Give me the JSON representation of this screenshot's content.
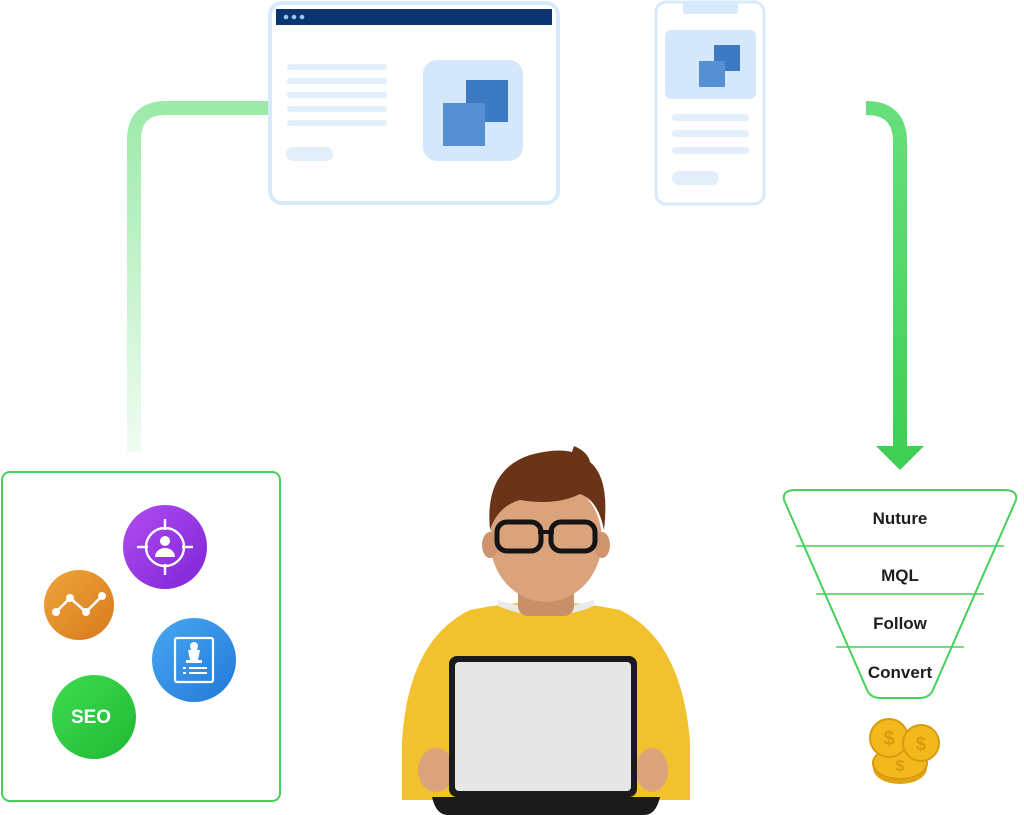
{
  "badges": {
    "seo_label": "SEO"
  },
  "funnel": {
    "stages": [
      "Nuture",
      "MQL",
      "Follow",
      "Convert"
    ]
  },
  "colors": {
    "flow_green": "#4cd964",
    "card_border": "#d7e9fb",
    "browser_bar": "#0b3570",
    "line_light": "#e3eefb",
    "tile_bg": "#d5e8fb",
    "square_blue": "#5690d3",
    "panel_border": "#43d15a",
    "purple_badge": "#9b38e8",
    "orange_badge": "#e58e26",
    "blue_badge": "#2d8fe8",
    "green_badge": "#2dcc3f",
    "shirt_yellow": "#f2c12e",
    "hair_brown": "#6b3419",
    "skin": "#dba37c",
    "coin_gold": "#f3b91c"
  },
  "icons": [
    "target-person-icon",
    "trend-line-icon",
    "chess-document-icon",
    "coin-stack-icon"
  ]
}
